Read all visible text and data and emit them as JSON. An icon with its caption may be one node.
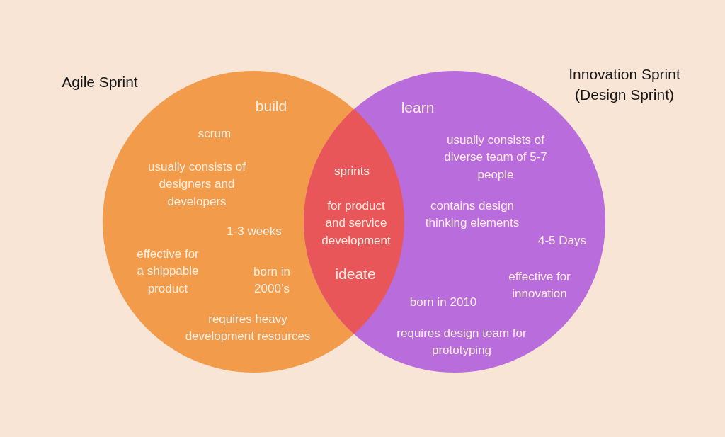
{
  "diagram": {
    "nodes": [
      {
        "text": [
          "Agile Sprint",
          "build",
          "scrum",
          "usually consists of designers and developers",
          "1-3 weeks",
          "effective for a shippable product",
          "born in 2000’s",
          "requires heavy development resources"
        ]
      },
      {
        "text": [
          "sprints",
          "for product and service development",
          "ideate"
        ]
      },
      {
        "text": [
          "Innovation Sprint (Design Sprint)",
          "learn",
          "usually consists of diverse team of 5-7 people",
          "contains design thinking elements",
          "4-5 Days",
          "effective for innovation",
          "born in 2010",
          "requires design team for prototyping"
        ]
      }
    ]
  }
}
